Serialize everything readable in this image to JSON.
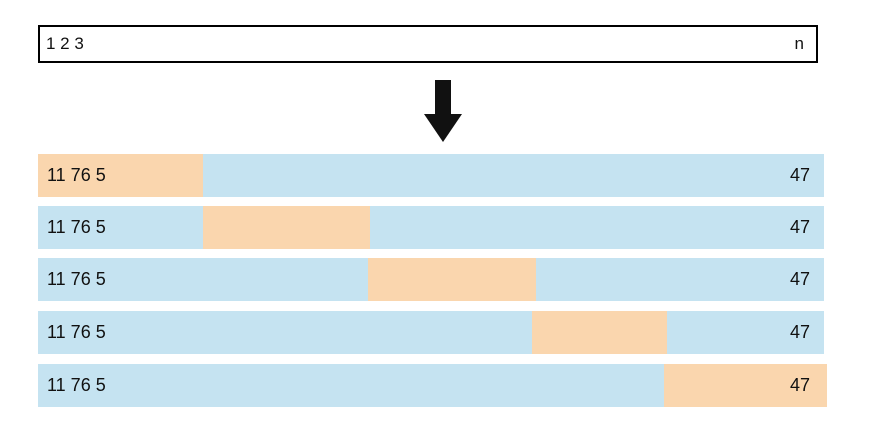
{
  "input": {
    "left_label": "1 2 3",
    "right_label": "n"
  },
  "arrow_icon": "down-arrow-icon",
  "colors": {
    "row_background": "#c5e3f1",
    "highlight": "#fad6ae",
    "border": "#000000"
  },
  "folds": [
    {
      "left_label": "11 76 5",
      "right_label": "47"
    },
    {
      "left_label": "11 76 5",
      "right_label": "47"
    },
    {
      "left_label": "11 76 5",
      "right_label": "47"
    },
    {
      "left_label": "11 76 5",
      "right_label": "47"
    },
    {
      "left_label": "11 76 5",
      "right_label": "47"
    }
  ]
}
